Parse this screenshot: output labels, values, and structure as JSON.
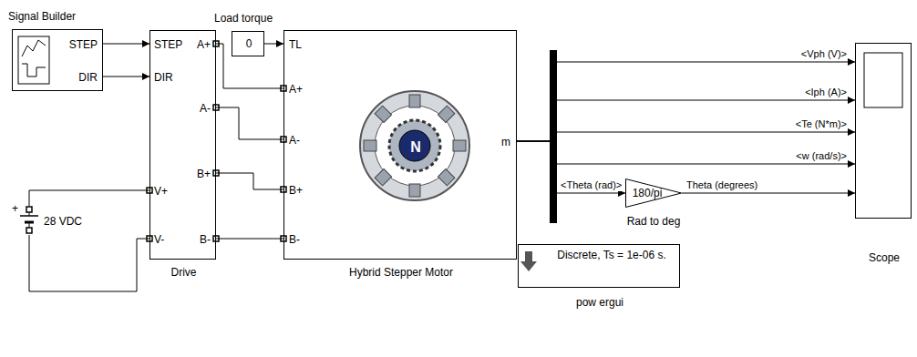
{
  "diagram": {
    "nodes": [
      {
        "text": [
          "Signal Builder",
          "STEP",
          "DIR"
        ]
      },
      {
        "text": [
          "Load torque",
          "0"
        ]
      },
      {
        "text": [
          "STEP",
          "DIR",
          "V+",
          "V-",
          "A+",
          "A-",
          "B+",
          "B-",
          "Drive"
        ]
      },
      {
        "text": [
          "28 VDC"
        ]
      },
      {
        "text": [
          "TL",
          "A+",
          "A-",
          "B+",
          "B-",
          "N",
          "m",
          "Hybrid Stepper Motor"
        ]
      },
      {
        "text": [
          "180/pi",
          "Rad to deg"
        ]
      },
      {
        "text": [
          "Discrete, Ts = 1e-06 s.",
          "pow ergui"
        ]
      },
      {
        "text": [
          "Scope"
        ]
      }
    ],
    "edges": [
      {
        "from": 0,
        "to": 2,
        "arrow": "to"
      },
      {
        "from": 0,
        "to": 2,
        "arrow": "to"
      },
      {
        "from": 1,
        "to": 4,
        "arrow": "to"
      },
      {
        "from": 3,
        "to": 2,
        "arrow": "none"
      },
      {
        "from": 3,
        "to": 2,
        "arrow": "none"
      },
      {
        "from": 2,
        "to": 4,
        "arrow": "none"
      },
      {
        "from": 2,
        "to": 4,
        "arrow": "none"
      },
      {
        "from": 2,
        "to": 4,
        "arrow": "none"
      },
      {
        "from": 2,
        "to": 4,
        "arrow": "none"
      },
      {
        "from": 4,
        "to": 7,
        "arrow": "to",
        "label": "<Vph (V)>"
      },
      {
        "from": 4,
        "to": 7,
        "arrow": "to",
        "label": "<Iph (A)>"
      },
      {
        "from": 4,
        "to": 7,
        "arrow": "to",
        "label": "<Te (N*m)>"
      },
      {
        "from": 4,
        "to": 7,
        "arrow": "to",
        "label": "<w (rad/s)>"
      },
      {
        "from": 4,
        "to": 5,
        "arrow": "to",
        "label": "<Theta (rad)>"
      },
      {
        "from": 5,
        "to": 7,
        "arrow": "to",
        "label": "Theta (degrees)"
      }
    ],
    "labels": [
      "+"
    ]
  }
}
